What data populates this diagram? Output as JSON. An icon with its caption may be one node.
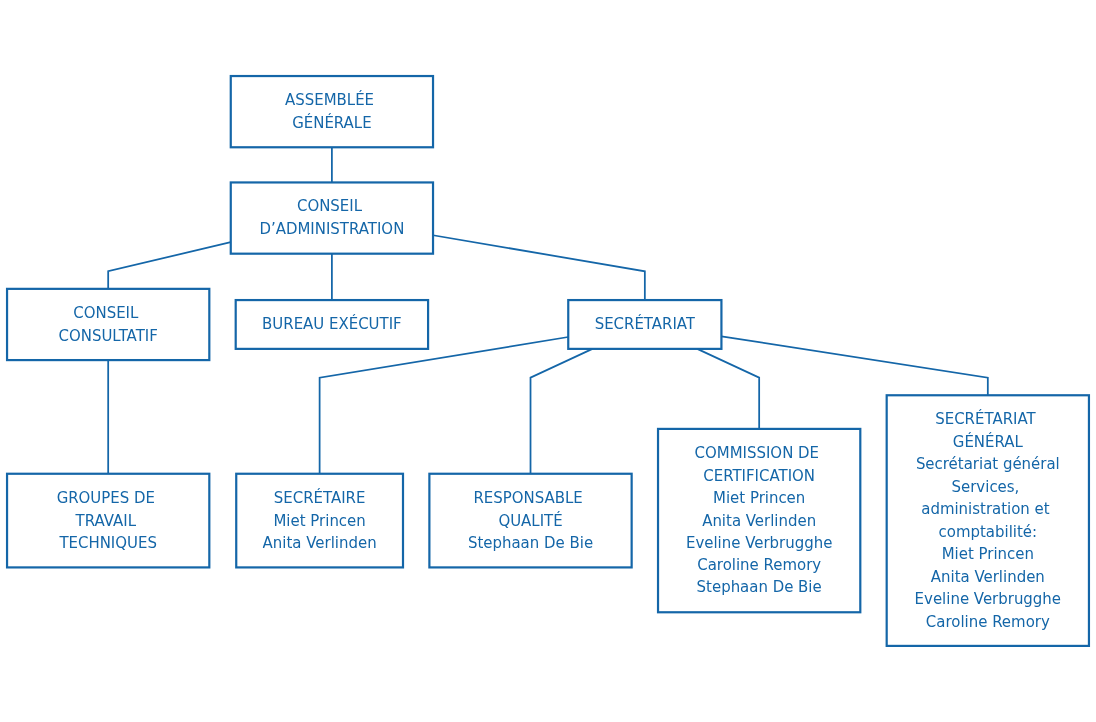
{
  "diagram": {
    "nodes": [
      {
        "text": [
          "ASSEMBLÉE GÉNÉRALE"
        ]
      },
      {
        "text": [
          "CONSEIL D’ADMINISTRATION"
        ]
      },
      {
        "text": [
          "CONSEIL CONSULTATIF"
        ]
      },
      {
        "text": [
          "BUREAU EXÉCUTIF"
        ]
      },
      {
        "text": [
          "SECRÉTARIAT"
        ]
      },
      {
        "text": [
          "GROUPES DE TRAVAIL TECHNIQUES"
        ]
      },
      {
        "text": [
          "SECRÉTAIRE",
          "Miet Princen",
          "Anita Verlinden"
        ]
      },
      {
        "text": [
          "RESPONSABLE QUALITÉ",
          "Stephaan De Bie"
        ]
      },
      {
        "text": [
          "COMMISSION DE CERTIFICATION",
          "Miet Princen",
          "Anita Verlinden",
          "Eveline Verbrugghe",
          "Caroline Remory",
          "Stephaan De Bie"
        ]
      },
      {
        "text": [
          "SECRÉTARIAT GÉNÉRAL",
          "Secrétariat général",
          "Services, administration et comptabilité:",
          "Miet Princen",
          "Anita Verlinden",
          "Eveline Verbrugghe",
          "Caroline Remory"
        ]
      }
    ],
    "edges": [
      {
        "from": 0,
        "to": 1,
        "arrow": "none"
      },
      {
        "from": 1,
        "to": 2,
        "arrow": "none"
      },
      {
        "from": 1,
        "to": 3,
        "arrow": "none"
      },
      {
        "from": 1,
        "to": 4,
        "arrow": "none"
      },
      {
        "from": 2,
        "to": 5,
        "arrow": "none"
      },
      {
        "from": 4,
        "to": 6,
        "arrow": "none"
      },
      {
        "from": 4,
        "to": 7,
        "arrow": "none"
      },
      {
        "from": 4,
        "to": 8,
        "arrow": "none"
      },
      {
        "from": 4,
        "to": 9,
        "arrow": "none"
      }
    ]
  }
}
